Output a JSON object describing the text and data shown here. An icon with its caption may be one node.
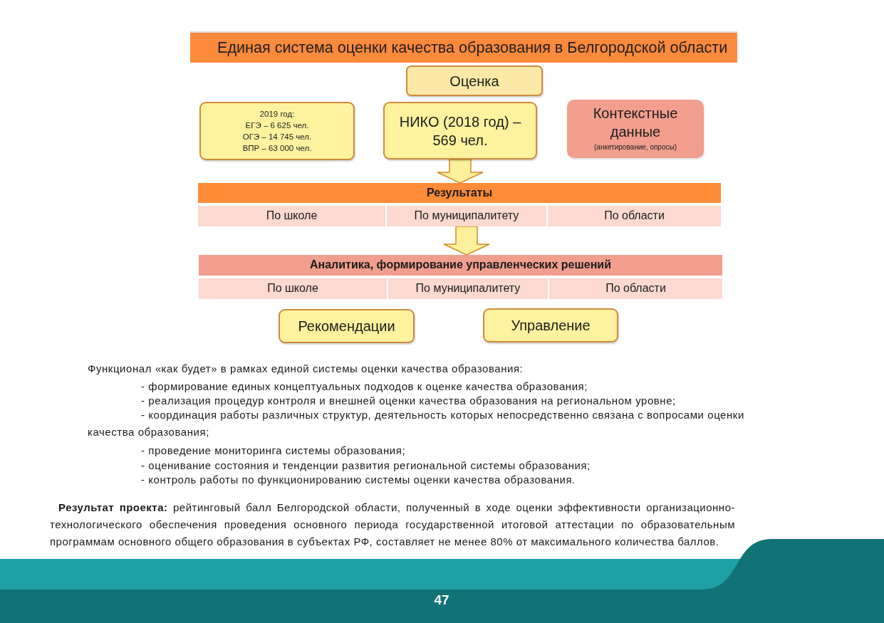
{
  "diagram": {
    "title": "Единая система оценки качества образования в Белгородской области",
    "nodes": [
      {
        "text": [
          "Оценка"
        ]
      },
      {
        "text": [
          "2019 год:",
          "ЕГЭ – 6 625 чел.",
          "ОГЭ – 14 745 чел.",
          "ВПР – 63 000 чел."
        ]
      },
      {
        "text": [
          "НИКО (2018 год) – 569 чел."
        ]
      },
      {
        "text": [
          "Контекстные данные",
          "(анкетирование, опросы)"
        ]
      },
      {
        "text": [
          "Результаты"
        ]
      },
      {
        "text": [
          "По школе"
        ]
      },
      {
        "text": [
          "По муниципалитету"
        ]
      },
      {
        "text": [
          "По области"
        ]
      },
      {
        "text": [
          "Аналитика, формирование управленческих решений"
        ]
      },
      {
        "text": [
          "По школе"
        ]
      },
      {
        "text": [
          "По муниципалитету"
        ]
      },
      {
        "text": [
          "По области"
        ]
      },
      {
        "text": [
          "Рекомендации"
        ]
      },
      {
        "text": [
          "Управление"
        ]
      }
    ],
    "edges": [
      {
        "from": 2,
        "to": 4,
        "arrow": "to"
      },
      {
        "from": 6,
        "to": 8,
        "arrow": "to"
      }
    ],
    "labels": [
      "Функционал «как будет» в рамках единой системы оценки качества образования:",
      "- формирование единых концептуальных подходов к оценке качества образования;",
      "- реализация процедур контроля и внешней оценки качества образования на региональном уровне;",
      "- координация работы различных структур, деятельность которых непосредственно связана с вопросами оценки качества образования;",
      "- проведение мониторинга системы образования;",
      "- оценивание состояния и тенденции развития региональной системы образования;",
      "- контроль работы по функционированию системы оценки качества образования.",
      "**Результат проекта:** рейтинговый балл Белгородской области, полученный в ходе оценки эффективности организационно-технологического обеспечения проведения основного периода государственной итоговой аттестации по образовательным программам основного общего образования в субъектах РФ, составляет не менее 80% от максимального количества баллов.",
      "47"
    ]
  }
}
